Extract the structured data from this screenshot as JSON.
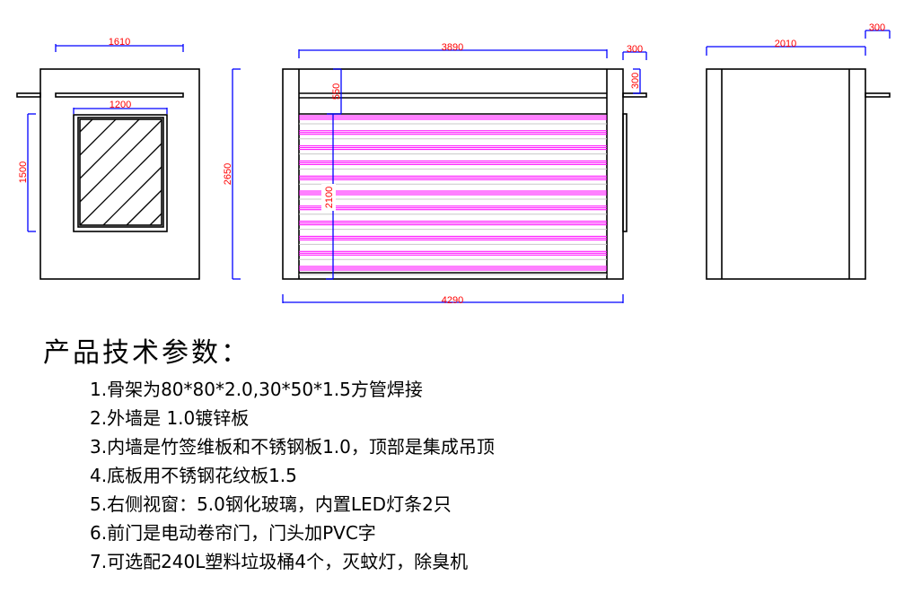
{
  "drawings": {
    "left_view": {
      "width_dim": "1610",
      "window_width_dim": "1200",
      "window_height_dim": "1500",
      "height_dim": "2650"
    },
    "front_view": {
      "inner_width_dim": "3890",
      "overhang_width_dim": "300",
      "overhang_height_dim": "300",
      "top_dim": "550",
      "door_height_dim": "2100",
      "total_width_dim": "4290"
    },
    "right_view": {
      "width_dim": "2010",
      "overhang_width_dim": "300"
    }
  },
  "colors": {
    "outline": "#000000",
    "dimension_line": "#0000ff",
    "dimension_text": "#ff0000",
    "shutter_slats": "#ff00ff"
  },
  "specs": {
    "title": "产品技术参数：",
    "items": [
      "1.骨架为80*80*2.0,30*50*1.5方管焊接",
      "2.外墙是 1.0镀锌板",
      "3.内墙是竹签维板和不锈钢板1.0，顶部是集成吊顶",
      "4.底板用不锈钢花纹板1.5",
      "5.右侧视窗：5.0钢化玻璃，内置LED灯条2只",
      "6.前门是电动卷帘门，门头加PVC字",
      "7.可选配240L塑料垃圾桶4个，灭蚊灯，除臭机"
    ]
  }
}
